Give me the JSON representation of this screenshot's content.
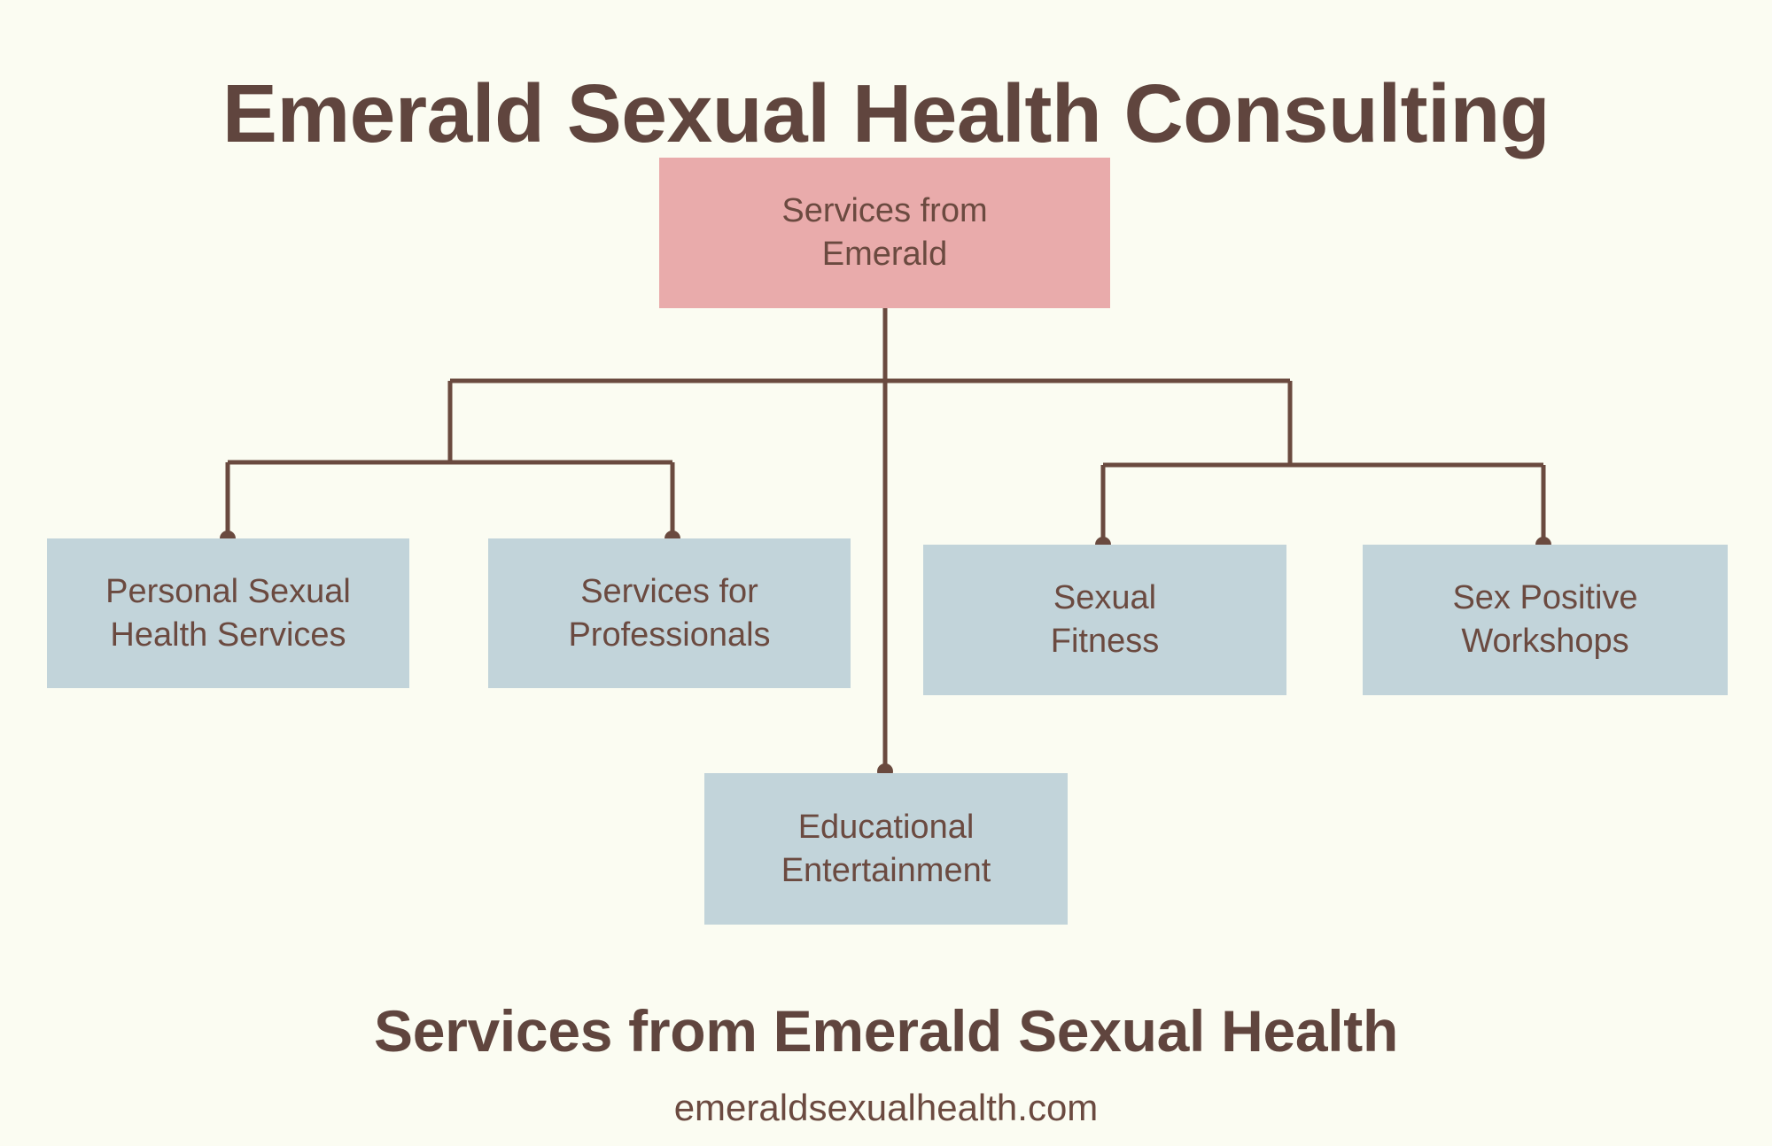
{
  "page": {
    "title": "Emerald Sexual Health Consulting",
    "background_color": "#FBFCF2",
    "accent_colors": {
      "heading_brown": "#60453E",
      "text_brown": "#6B4A40",
      "root_pink": "#E9ABAB",
      "child_blue": "#C2D4DA",
      "connector_brown": "#6A4A3F"
    }
  },
  "diagram": {
    "type": "org-chart",
    "root": {
      "label": "Services from\nEmerald",
      "line1": "Services from",
      "line2": "Emerald",
      "color": "#E9ABAB"
    },
    "children": [
      {
        "label": "Personal Sexual\nHealth Services",
        "line1": "Personal Sexual",
        "line2": "Health Services",
        "color": "#C2D4DA"
      },
      {
        "label": "Services for\nProfessionals",
        "line1": "Services for",
        "line2": "Professionals",
        "color": "#C2D4DA"
      },
      {
        "label": "Sexual\nFitness",
        "line1": "Sexual",
        "line2": "Fitness",
        "color": "#C2D4DA"
      },
      {
        "label": "Sex Positive\nWorkshops",
        "line1": "Sex Positive",
        "line2": "Workshops",
        "color": "#C2D4DA"
      },
      {
        "label": "Educational\nEntertainment",
        "line1": "Educational",
        "line2": "Entertainment",
        "color": "#C2D4DA"
      }
    ]
  },
  "footer": {
    "heading": "Services from Emerald Sexual Health",
    "url": "emeraldsexualhealth.com"
  }
}
